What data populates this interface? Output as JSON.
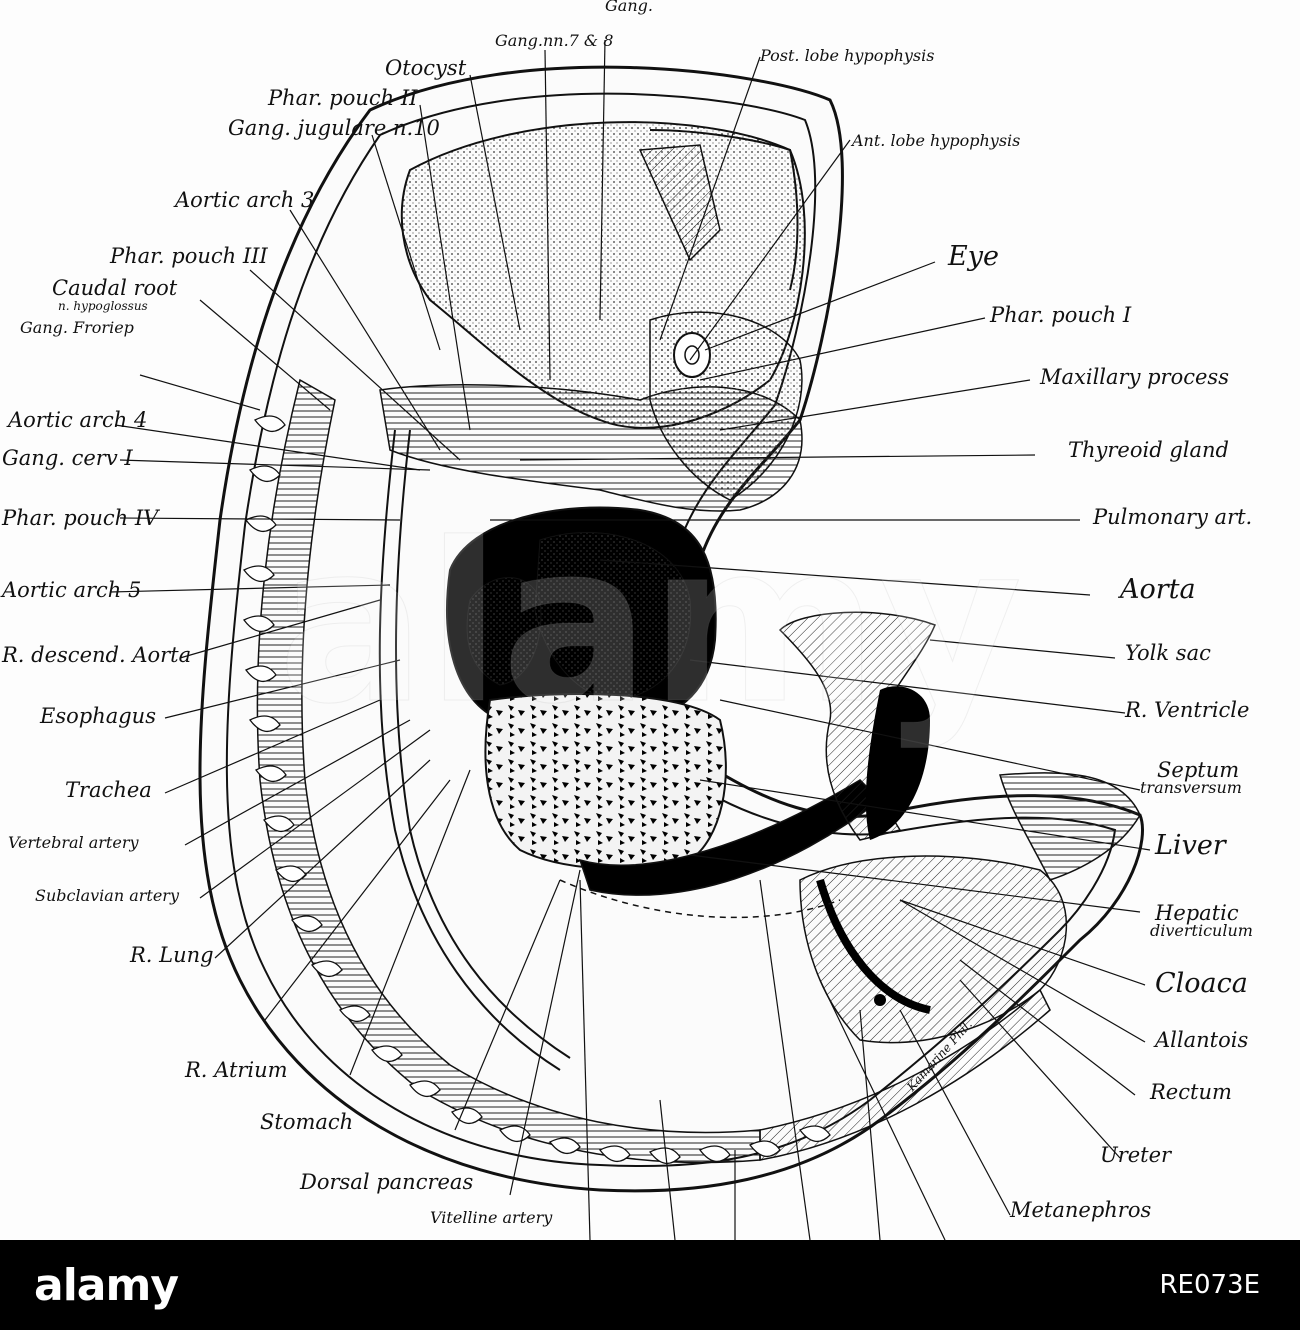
{
  "figure": {
    "labels_left": [
      "Gang.nn.7 & 8",
      "Otocyst",
      "Phar. pouch II",
      "Gang. jugulare n.10",
      "Aortic arch 3",
      "Phar. pouch III",
      "Caudal root",
      "n. hypoglossus",
      "Gang. Froriep",
      "Aortic arch 4",
      "Gang. cerv I",
      "Phar. pouch IV",
      "Aortic arch 5",
      "R. descend. Aorta",
      "Esophagus",
      "Trachea",
      "Vertebral artery",
      "Subclavian artery",
      "R. Lung",
      "R. Atrium",
      "Stomach",
      "Dorsal pancreas",
      "Vitelline artery"
    ],
    "labels_top": [
      "Gang.",
      "Post. lobe hypophysis",
      "Ant. lobe hypophysis"
    ],
    "labels_right": [
      "Eye",
      "Phar. pouch I",
      "Maxillary process",
      "Thyreoid gland",
      "Pulmonary art.",
      "Aorta",
      "Yolk sac",
      "R. Ventricle",
      "Septum",
      "transversum",
      "Liver",
      "Hepatic",
      "diverticulum",
      "Cloaca",
      "Allantois",
      "Rectum",
      "Ureter",
      "Metanephros"
    ],
    "signature": "Kamarine Phil."
  },
  "watermark": "alamy",
  "footer": {
    "brand": "alamy",
    "image_id": "RE073E"
  },
  "colors": {
    "footer_bg": "#000000",
    "footer_text": "#ffffff",
    "ink": "#111111"
  }
}
